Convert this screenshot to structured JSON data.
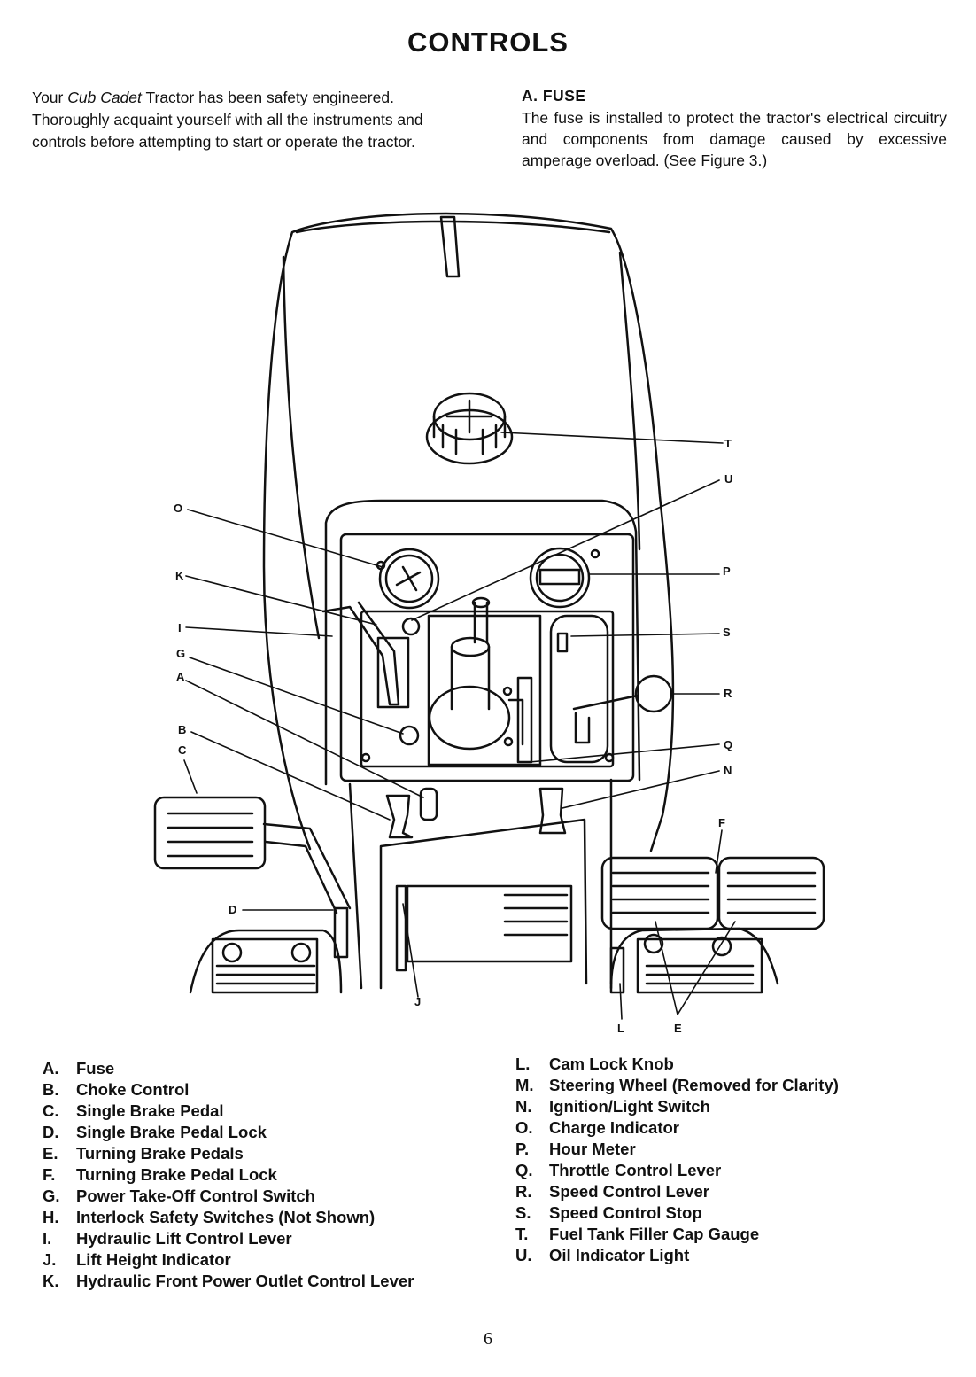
{
  "page": {
    "title": "CONTROLS",
    "page_number": "6"
  },
  "intro": {
    "pre": "Your ",
    "brand": "Cub Cadet",
    "post": " Tractor has been safety engineered. Thoroughly acquaint yourself with all the instruments and controls before attempting to start or operate the tractor."
  },
  "fuse_section": {
    "heading": "A.  FUSE",
    "body": "The fuse is installed to protect the tractor's electrical circuitry and components from damage caused by excessive amperage overload. (See Figure 3.)"
  },
  "figure": {
    "callouts": {
      "O": "O",
      "K": "K",
      "I": "I",
      "G": "G",
      "A": "A",
      "B": "B",
      "C": "C",
      "D": "D",
      "T": "T",
      "U": "U",
      "P": "P",
      "S": "S",
      "R": "R",
      "Q": "Q",
      "N": "N",
      "F": "F",
      "J": "J",
      "L": "L",
      "E": "E"
    }
  },
  "legend_left": [
    {
      "letter": "A.",
      "label": "Fuse"
    },
    {
      "letter": "B.",
      "label": "Choke Control"
    },
    {
      "letter": "C.",
      "label": "Single Brake Pedal"
    },
    {
      "letter": "D.",
      "label": "Single Brake Pedal Lock"
    },
    {
      "letter": "E.",
      "label": "Turning Brake Pedals"
    },
    {
      "letter": "F.",
      "label": "Turning Brake Pedal Lock"
    },
    {
      "letter": "G.",
      "label": "Power Take-Off Control Switch"
    },
    {
      "letter": "H.",
      "label": "Interlock Safety Switches (Not Shown)"
    },
    {
      "letter": "I.",
      "label": "Hydraulic Lift Control Lever"
    },
    {
      "letter": "J.",
      "label": "Lift Height Indicator"
    },
    {
      "letter": "K.",
      "label": "Hydraulic Front Power Outlet Control Lever"
    }
  ],
  "legend_right": [
    {
      "letter": "L.",
      "label": "Cam Lock Knob"
    },
    {
      "letter": "M.",
      "label": "Steering Wheel (Removed for Clarity)"
    },
    {
      "letter": "N.",
      "label": "Ignition/Light Switch"
    },
    {
      "letter": "O.",
      "label": "Charge Indicator"
    },
    {
      "letter": "P.",
      "label": "Hour Meter"
    },
    {
      "letter": "Q.",
      "label": "Throttle Control Lever"
    },
    {
      "letter": "R.",
      "label": "Speed Control Lever"
    },
    {
      "letter": "S.",
      "label": "Speed Control Stop"
    },
    {
      "letter": "T.",
      "label": "Fuel Tank Filler Cap Gauge"
    },
    {
      "letter": "U.",
      "label": "Oil Indicator Light"
    }
  ]
}
